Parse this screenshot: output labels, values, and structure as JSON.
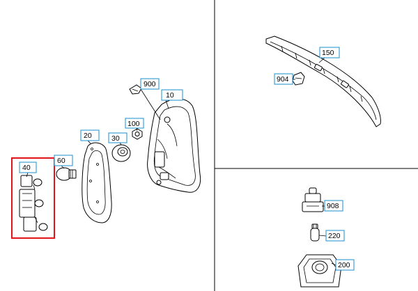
{
  "diagram": {
    "highlight_color": "#e0141b",
    "callout_border_color": "#1b8fd0",
    "callouts": {
      "c10": "10",
      "c20": "20",
      "c30": "30",
      "c40": "40",
      "c60": "60",
      "c100": "100",
      "c150": "150",
      "c200": "200",
      "c220": "220",
      "c900": "900",
      "c904": "904",
      "c908": "908"
    }
  }
}
